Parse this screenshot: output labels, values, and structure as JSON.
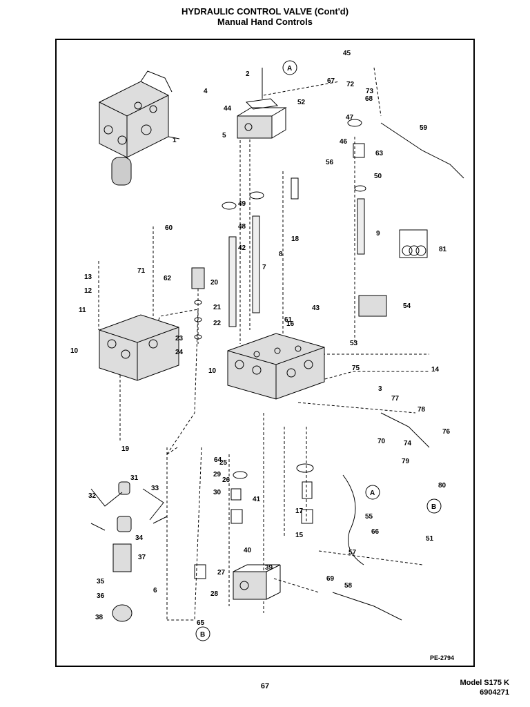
{
  "header": {
    "title": "HYDRAULIC CONTROL VALVE (Cont'd)",
    "subtitle": "Manual Hand Controls"
  },
  "footer": {
    "page_number": "67",
    "model": "Model S175 K",
    "doc_number": "6904271"
  },
  "figure": {
    "code": "PE-2794",
    "circled_refs": [
      "A",
      "B"
    ]
  },
  "callouts": [
    "1",
    "2",
    "3",
    "4",
    "5",
    "6",
    "7",
    "8",
    "9",
    "10",
    "11",
    "12",
    "13",
    "14",
    "15",
    "16",
    "17",
    "18",
    "19",
    "20",
    "21",
    "22",
    "23",
    "24",
    "25",
    "26",
    "27",
    "28",
    "29",
    "30",
    "31",
    "32",
    "33",
    "34",
    "35",
    "36",
    "37",
    "38",
    "39",
    "40",
    "41",
    "42",
    "43",
    "44",
    "45",
    "46",
    "47",
    "48",
    "49",
    "50",
    "51",
    "52",
    "53",
    "54",
    "55",
    "56",
    "57",
    "58",
    "59",
    "60",
    "61",
    "62",
    "63",
    "64",
    "65",
    "66",
    "67",
    "68",
    "69",
    "70",
    "71",
    "72",
    "73",
    "74",
    "75",
    "76",
    "77",
    "78",
    "79",
    "80",
    "81"
  ]
}
